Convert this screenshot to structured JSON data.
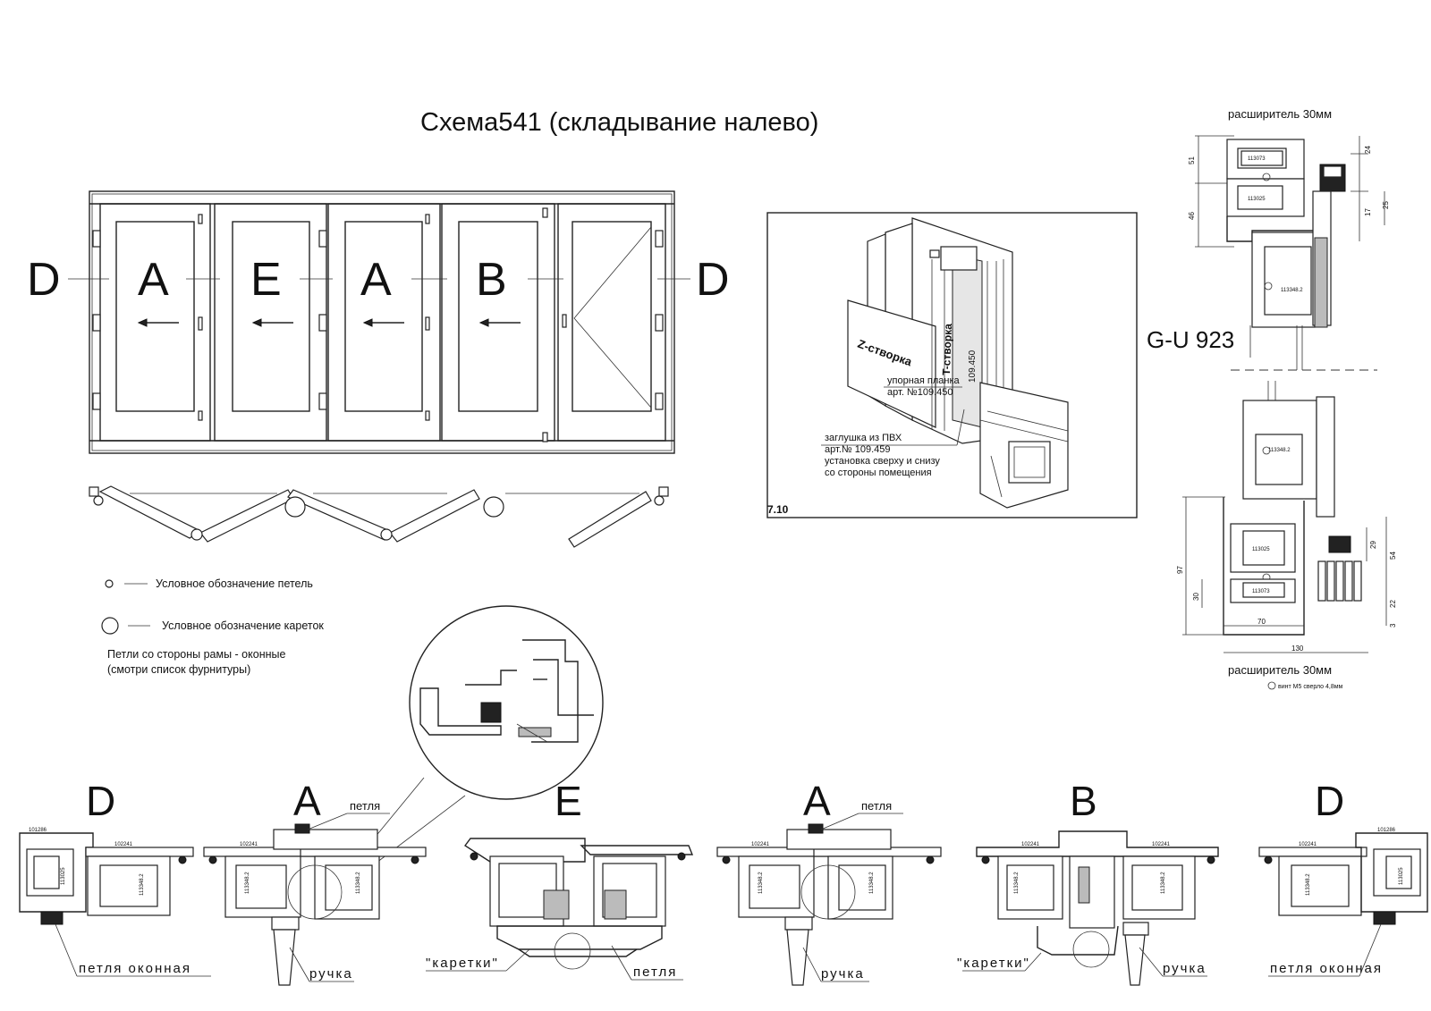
{
  "title": "Схема541 (складывание налево)",
  "elevation": {
    "left_label": "D",
    "right_label": "D",
    "panels": [
      {
        "label": "A",
        "type": "sliding"
      },
      {
        "label": "E",
        "type": "sliding"
      },
      {
        "label": "A",
        "type": "sliding"
      },
      {
        "label": "B",
        "type": "sliding"
      },
      {
        "label": "",
        "type": "tilt-turn"
      }
    ]
  },
  "legend": {
    "hinge": "Условное обозначение петель",
    "carriage": "Условное обозначение кареток",
    "note_line1": "Петли со стороны рамы - оконные",
    "note_line2": "(смотри список фурнитуры)"
  },
  "isometric": {
    "z_label": "Z-створка",
    "t_label": "T-створка",
    "article": "109.450",
    "stop_plate_1": "упорная планка",
    "stop_plate_2": "арт. №109.450",
    "cap_1": "заглушка из ПВХ",
    "cap_2": "арт.№ 109.459",
    "cap_3": "установка сверху и снизу",
    "cap_4": "со стороны помещения",
    "fig": "7.10"
  },
  "right_section": {
    "top_title": "расширитель 30мм",
    "bottom_title": "расширитель 30мм",
    "label": "G-U 923",
    "screw_note": "винт М5 сверло 4,8мм",
    "codes": {
      "c1": "113073",
      "c2": "113025",
      "c3": "113348.2"
    },
    "dims_top": {
      "d51": "51",
      "d46": "46",
      "d24": "24",
      "d17": "17",
      "d25": "25"
    },
    "dims_bottom": {
      "d97": "97",
      "d30": "30",
      "d29": "29",
      "d54": "54",
      "d22": "22",
      "d3": "3",
      "d70": "70",
      "d130": "130"
    }
  },
  "bottom": {
    "sections": [
      "D",
      "A",
      "E",
      "A",
      "B",
      "D"
    ],
    "hinge_label_1": "петля",
    "hinge_label_2": "петля",
    "window_hinge_1": "петля оконная",
    "window_hinge_2": "петля оконная",
    "handle_1": "ручка",
    "handle_2": "ручка",
    "carriages_1": "\"каретки\"",
    "carriages_2": "\"каретки\"",
    "hinge_bottom": "петля",
    "codes": {
      "frame": "101286",
      "sash": "102241",
      "glass": "113348.2",
      "mull": "113025"
    }
  }
}
